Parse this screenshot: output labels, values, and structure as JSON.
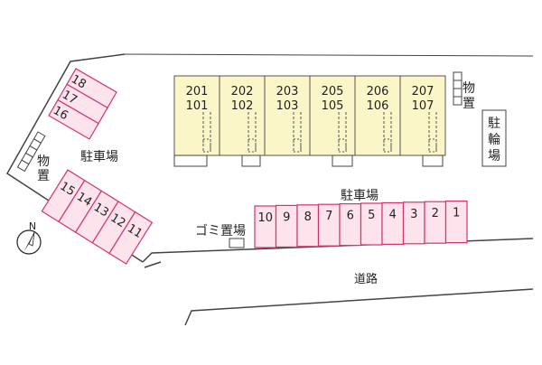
{
  "colors": {
    "building_fill": "#fbf6c8",
    "building_stroke": "#555555",
    "stall_fill": "#fde4ec",
    "stall_stroke": "#d6336c",
    "lot_stroke": "#444444",
    "road_stroke": "#444444"
  },
  "building": {
    "units": [
      {
        "upper": "201",
        "lower": "101"
      },
      {
        "upper": "202",
        "lower": "102"
      },
      {
        "upper": "203",
        "lower": "103"
      },
      {
        "upper": "205",
        "lower": "105"
      },
      {
        "upper": "206",
        "lower": "106"
      },
      {
        "upper": "207",
        "lower": "107"
      }
    ]
  },
  "parking_right": {
    "label": "駐車場",
    "stalls": [
      "10",
      "9",
      "8",
      "7",
      "6",
      "5",
      "4",
      "3",
      "2",
      "1"
    ]
  },
  "parking_left": {
    "label": "駐車場",
    "stalls": [
      "15",
      "14",
      "13",
      "12",
      "11"
    ]
  },
  "parking_top_left": {
    "stalls": [
      "18",
      "17",
      "16"
    ]
  },
  "storage_right": {
    "label": "物置"
  },
  "storage_left": {
    "label": "物置"
  },
  "bicycle_parking": {
    "label": "駐輪場"
  },
  "garbage": {
    "label": "ゴミ置場"
  },
  "road": {
    "label": "道路"
  },
  "compass": {
    "label": "N",
    "icon": "north-arrow-icon"
  }
}
